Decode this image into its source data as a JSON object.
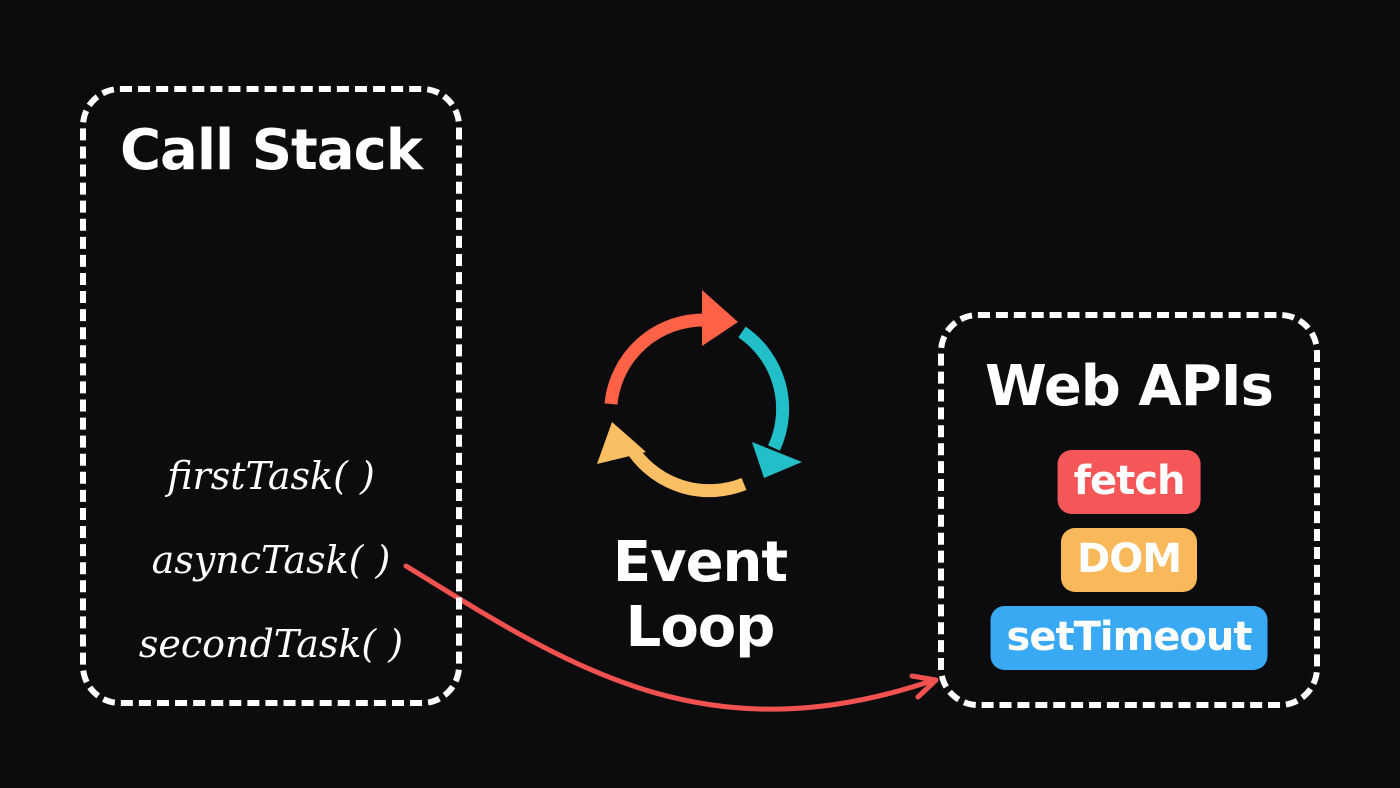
{
  "call_stack": {
    "title": "Call Stack",
    "items": [
      "firstTask( )",
      "asyncTask( )",
      "secondTask( )"
    ]
  },
  "event_loop": {
    "label": "Event Loop",
    "colors": {
      "segment_top": "#ff6247",
      "segment_right": "#22bfc8",
      "segment_left": "#fbbf63"
    }
  },
  "web_apis": {
    "title": "Web APIs",
    "items": [
      {
        "label": "fetch",
        "color": "#f55759"
      },
      {
        "label": "DOM",
        "color": "#f9b95b"
      },
      {
        "label": "setTimeout",
        "color": "#3aa9f3"
      }
    ]
  },
  "connector": {
    "color": "#f2524f",
    "from": "asyncTask( )",
    "to": "Web APIs"
  }
}
